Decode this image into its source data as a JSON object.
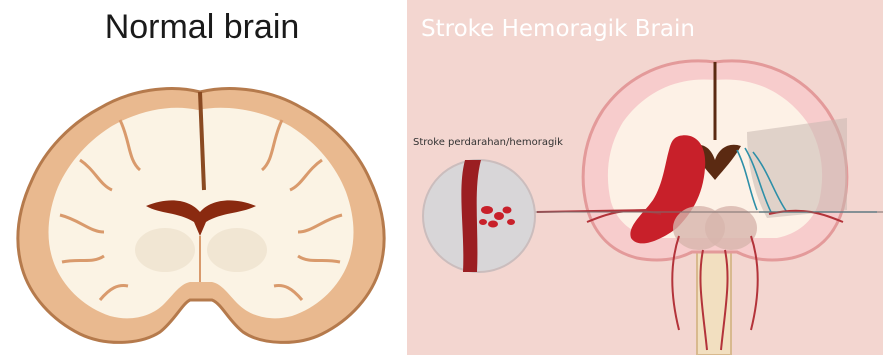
{
  "left_panel": {
    "title": "Normal brain"
  },
  "right_panel": {
    "title": "Stroke Hemoragik Brain",
    "inset_label": "Stroke perdarahan/hemoragik"
  },
  "colors": {
    "cortex": "#e9b98f",
    "cortex_outline": "#b57a4c",
    "white_matter": "#fbf3e4",
    "ventricle": "#8a2a10",
    "background_right": "#f3d6d0",
    "hemorrhage": "#c8202a",
    "vessel": "#b3333a",
    "vein": "#2d8fa8",
    "spine": "#f2dfc0"
  },
  "icons": [
    "brain-coronal-illustration",
    "hemorrhage-inset-icon"
  ]
}
